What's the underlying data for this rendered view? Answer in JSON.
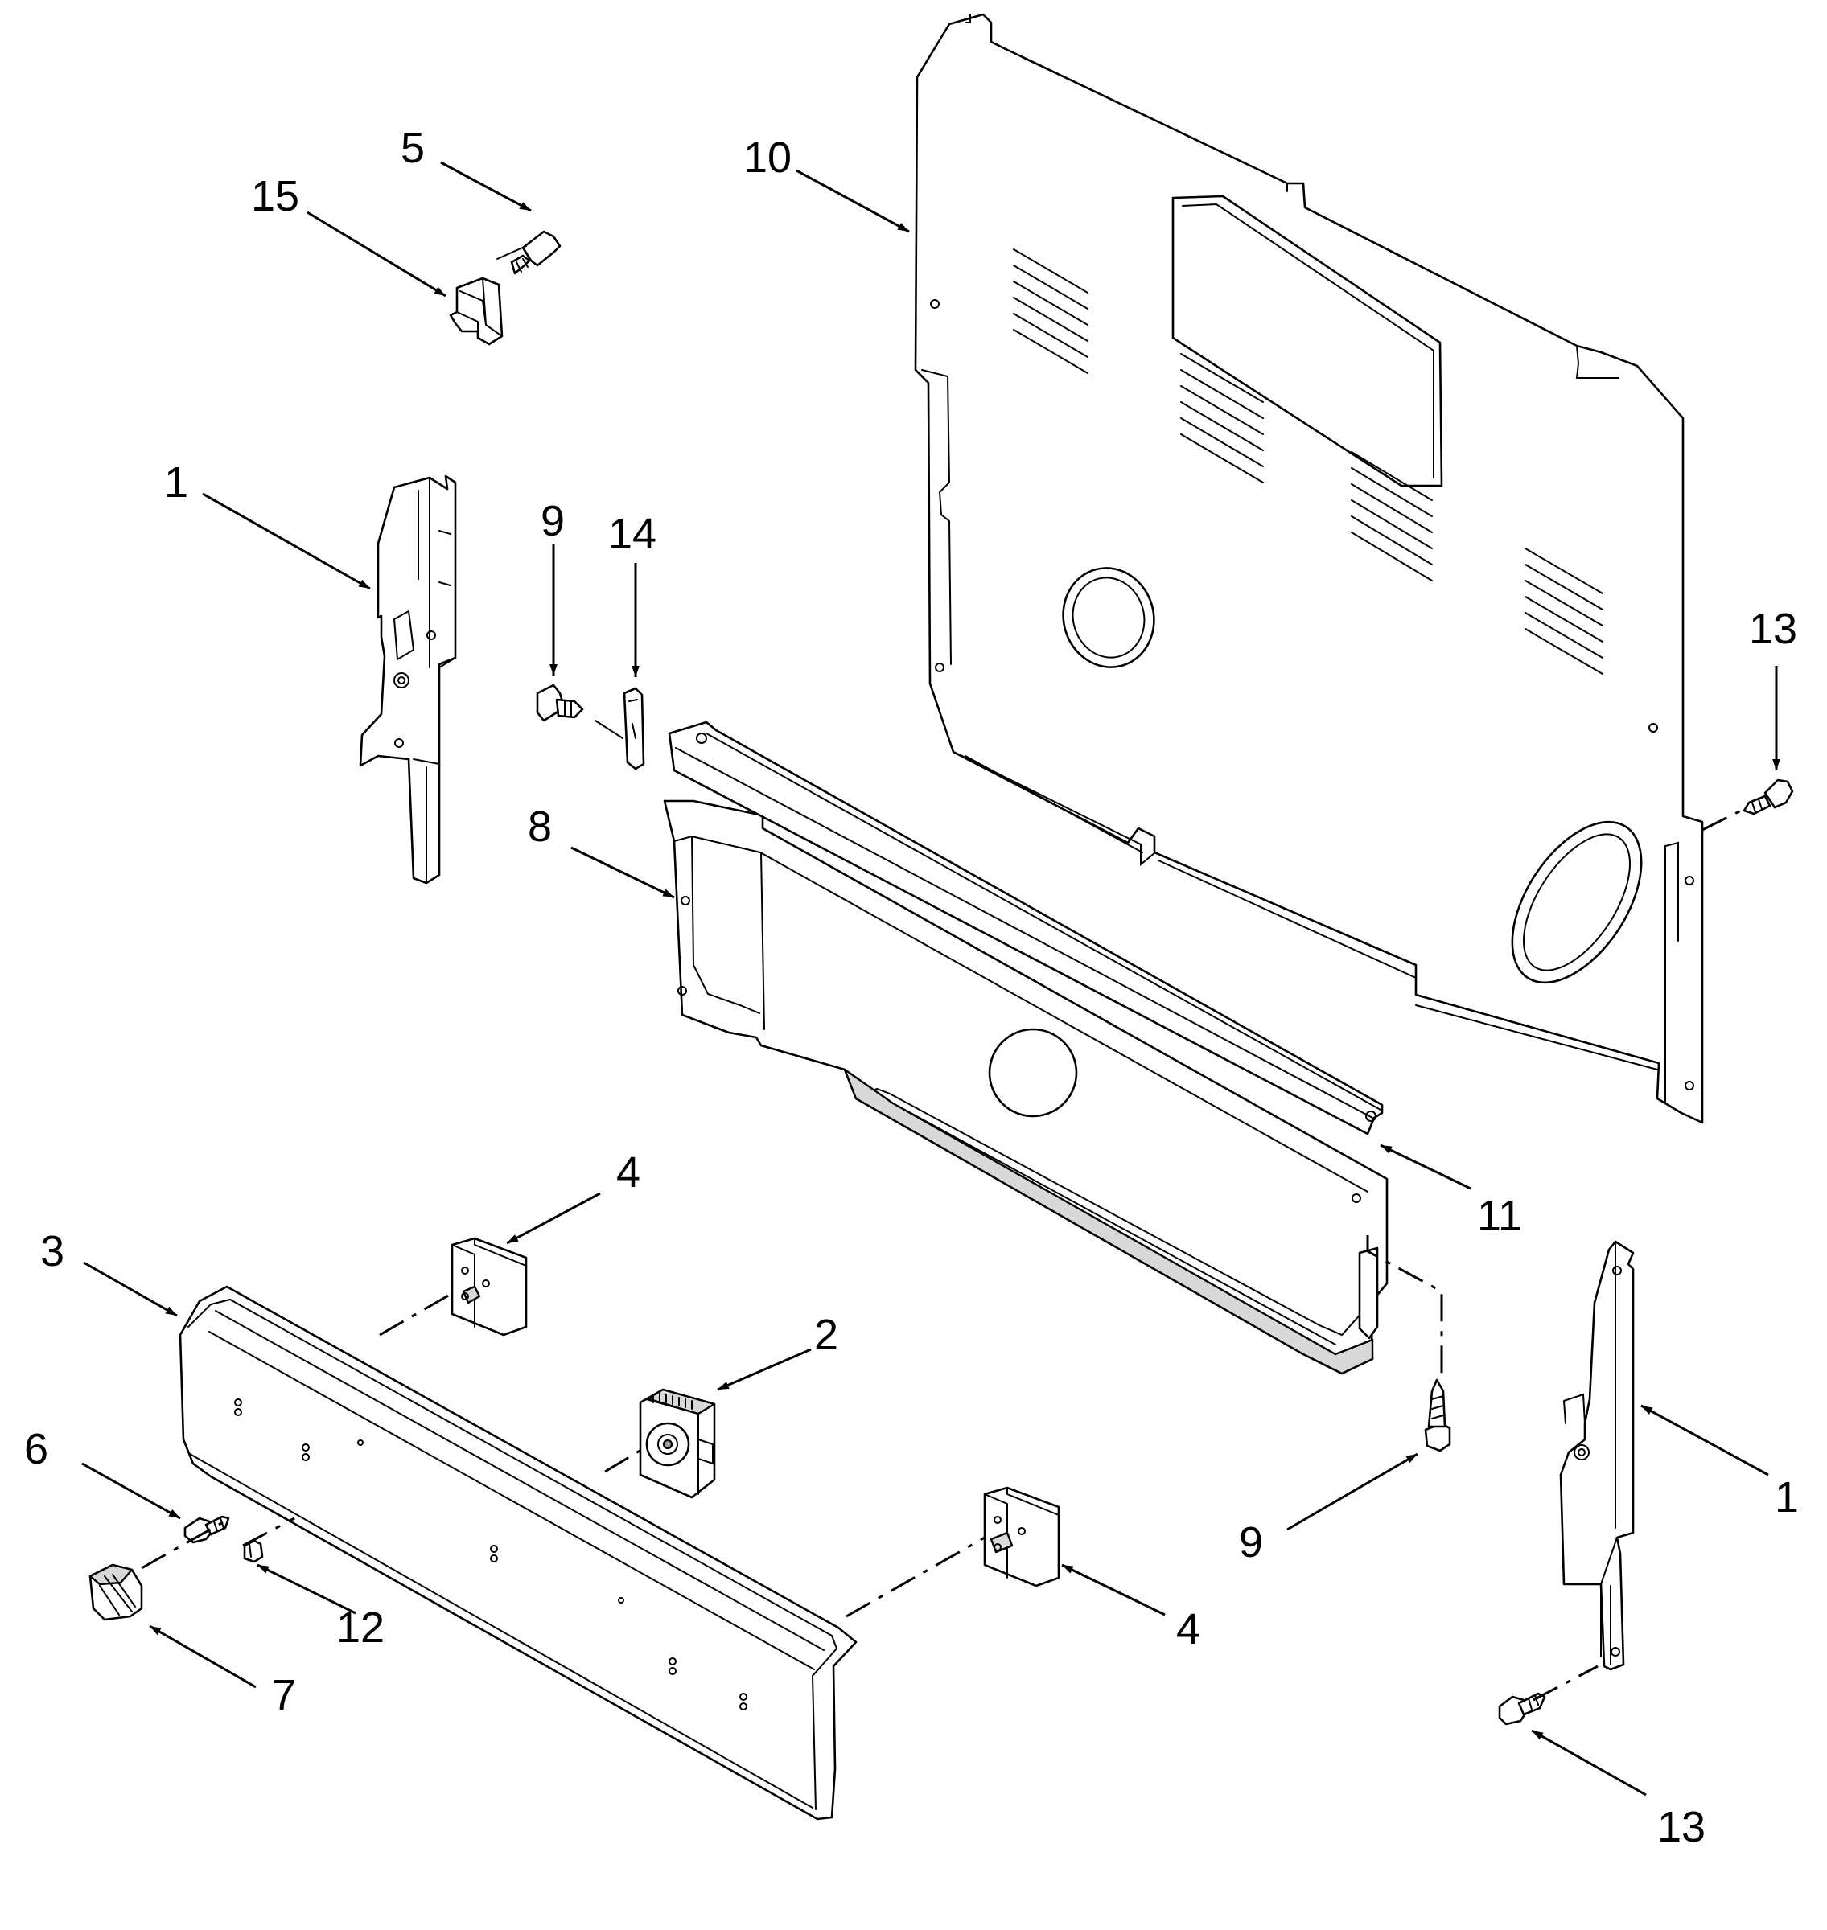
{
  "colors": {
    "line": "#000000",
    "background": "#ffffff",
    "shade": "#d8d8d8"
  },
  "callouts": [
    {
      "id": "c1",
      "label": "5"
    },
    {
      "id": "c2",
      "label": "15"
    },
    {
      "id": "c3",
      "label": "10"
    },
    {
      "id": "c4",
      "label": "1"
    },
    {
      "id": "c5",
      "label": "9"
    },
    {
      "id": "c6",
      "label": "14"
    },
    {
      "id": "c7",
      "label": "13"
    },
    {
      "id": "c8",
      "label": "8"
    },
    {
      "id": "c9",
      "label": "4"
    },
    {
      "id": "c10",
      "label": "11"
    },
    {
      "id": "c11",
      "label": "3"
    },
    {
      "id": "c12",
      "label": "2"
    },
    {
      "id": "c13",
      "label": "6"
    },
    {
      "id": "c14",
      "label": "1"
    },
    {
      "id": "c15",
      "label": "9"
    },
    {
      "id": "c16",
      "label": "12"
    },
    {
      "id": "c17",
      "label": "4"
    },
    {
      "id": "c18",
      "label": "7"
    },
    {
      "id": "c19",
      "label": "13"
    }
  ]
}
